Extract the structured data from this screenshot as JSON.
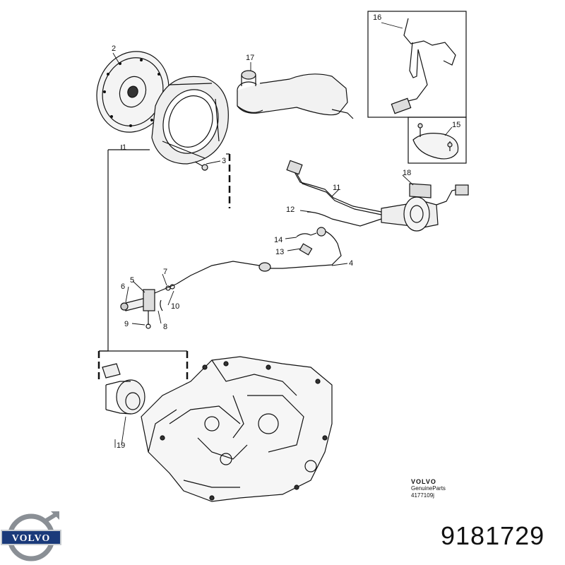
{
  "callouts": {
    "c1": "1",
    "c2": "2",
    "c3": "3",
    "c4": "4",
    "c5": "5",
    "c6": "6",
    "c7": "7",
    "c8": "8",
    "c9": "9",
    "c10": "10",
    "c11": "11",
    "c12": "12",
    "c13": "13",
    "c14": "14",
    "c15": "15",
    "c16": "16",
    "c17": "17",
    "c18": "18",
    "c19": "19"
  },
  "brand": {
    "name": "VOLVO",
    "genuine": "GenuineParts",
    "drawing_code": "4177109j",
    "logo_text": "VOLVO"
  },
  "part_number": "9181729"
}
